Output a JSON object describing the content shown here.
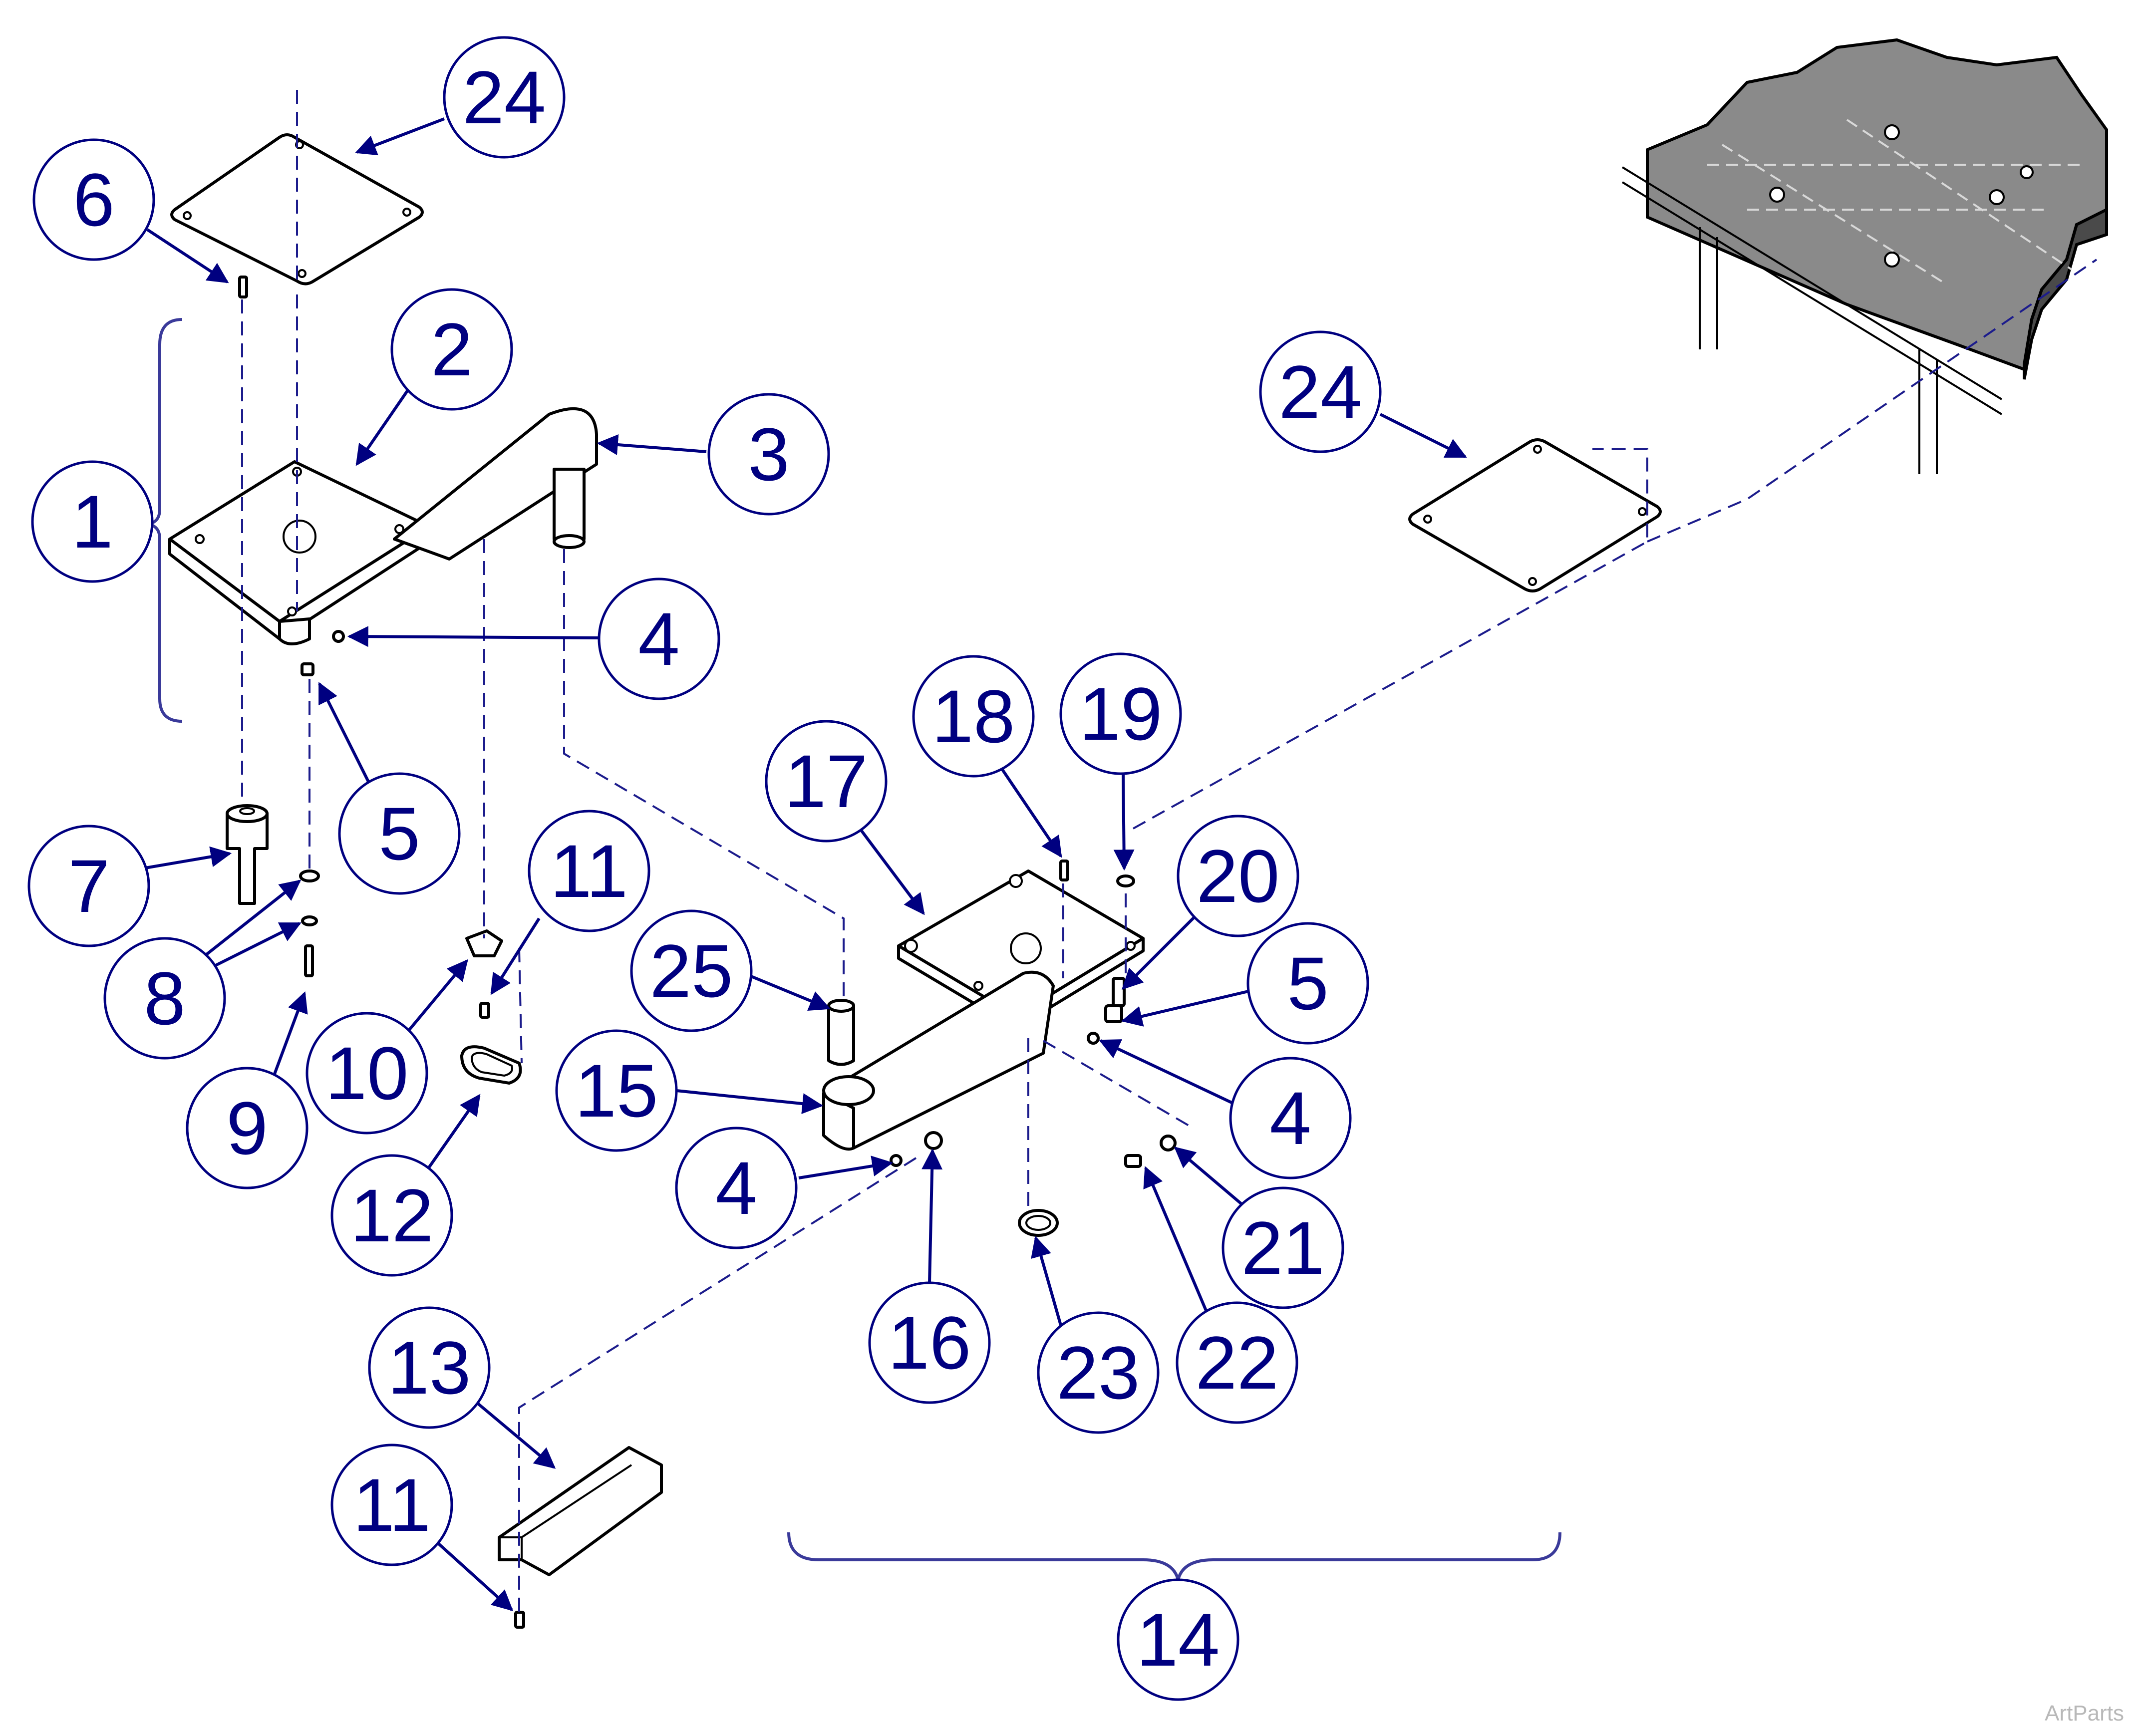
{
  "callouts": [
    {
      "id": "c24a",
      "label": "24"
    },
    {
      "id": "c6",
      "label": "6"
    },
    {
      "id": "c2",
      "label": "2"
    },
    {
      "id": "c1",
      "label": "1"
    },
    {
      "id": "c3",
      "label": "3"
    },
    {
      "id": "c4a",
      "label": "4"
    },
    {
      "id": "c5a",
      "label": "5"
    },
    {
      "id": "c7",
      "label": "7"
    },
    {
      "id": "c8",
      "label": "8"
    },
    {
      "id": "c9",
      "label": "9"
    },
    {
      "id": "c10",
      "label": "10"
    },
    {
      "id": "c11a",
      "label": "11"
    },
    {
      "id": "c12",
      "label": "12"
    },
    {
      "id": "c13",
      "label": "13"
    },
    {
      "id": "c11b",
      "label": "11"
    },
    {
      "id": "c24b",
      "label": "24"
    },
    {
      "id": "c17",
      "label": "17"
    },
    {
      "id": "c18",
      "label": "18"
    },
    {
      "id": "c19",
      "label": "19"
    },
    {
      "id": "c20",
      "label": "20"
    },
    {
      "id": "c5b",
      "label": "5"
    },
    {
      "id": "c25",
      "label": "25"
    },
    {
      "id": "c15",
      "label": "15"
    },
    {
      "id": "c4b",
      "label": "4"
    },
    {
      "id": "c4c",
      "label": "4"
    },
    {
      "id": "c16",
      "label": "16"
    },
    {
      "id": "c23",
      "label": "23"
    },
    {
      "id": "c21",
      "label": "21"
    },
    {
      "id": "c22",
      "label": "22"
    },
    {
      "id": "c14",
      "label": "14"
    }
  ],
  "watermark": "ArtParts",
  "colors": {
    "callout": "#000080",
    "line": "#000000",
    "table": "#8a8a8a"
  }
}
